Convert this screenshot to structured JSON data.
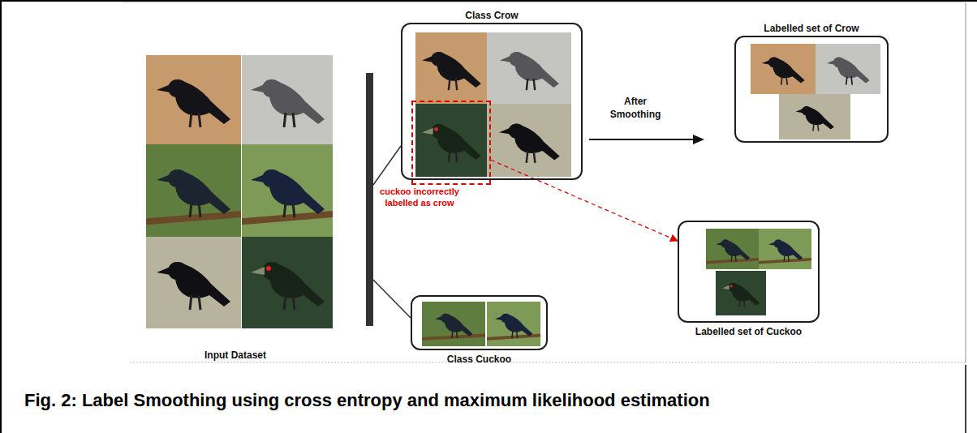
{
  "diagram": {
    "caption": "Fig. 2: Label Smoothing using cross entropy and maximum likelihood estimation",
    "nodes": [
      {
        "text": [
          "Class Crow"
        ]
      },
      {
        "text": [
          "cuckoo incorrectly labelled as crow"
        ]
      },
      {
        "text": [
          "Class Cuckoo"
        ]
      },
      {
        "text": [
          "Labelled set of Crow"
        ]
      },
      {
        "text": [
          "Labelled set of Cuckoo"
        ]
      }
    ],
    "edges": [
      {
        "from": 1,
        "to": 4,
        "arrow": "to"
      }
    ],
    "labels": [
      "Input Dataset",
      "After Smoothing"
    ]
  }
}
